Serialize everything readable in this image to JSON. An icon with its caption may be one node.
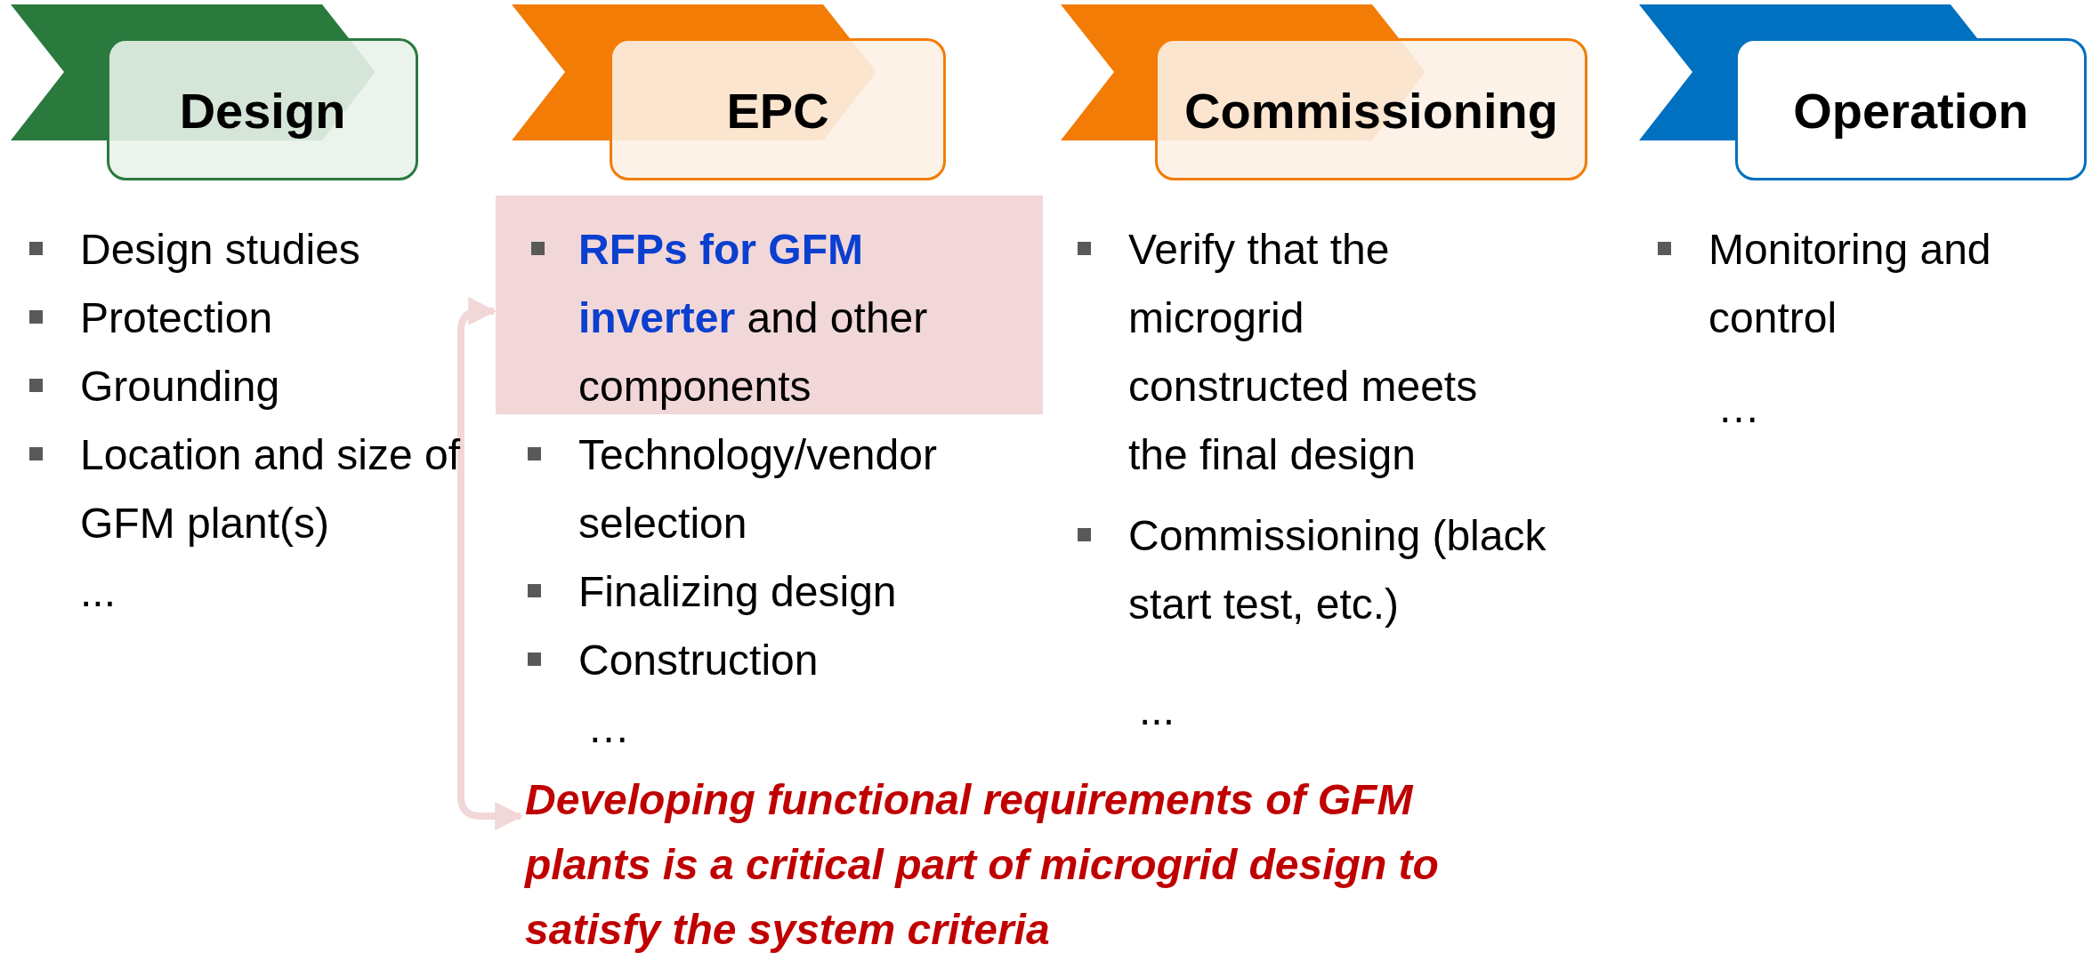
{
  "diagram": {
    "nodes": [
      {
        "text": [
          "Design"
        ]
      },
      {
        "text": [
          "EPC"
        ]
      },
      {
        "text": [
          "Commissioning"
        ]
      },
      {
        "text": [
          "Operation"
        ]
      },
      {
        "text": [
          "**RFPs for GFM inverter** and other components"
        ]
      },
      {
        "text": [
          "Developing functional requirements of GFM plants is a critical part of microgrid design to satisfy the system criteria"
        ]
      }
    ],
    "edges": [
      {
        "from": 5,
        "to": 4,
        "arrow": "both"
      }
    ],
    "labels": [
      "Design studies",
      "Protection",
      "Grounding",
      "Location and size of GFM plant(s)",
      "...",
      "Technology/vendor selection",
      "Finalizing design",
      "Construction",
      "…",
      "Verify that the microgrid constructed meets the final design",
      "Commissioning (black start test, etc.)",
      "...",
      "Monitoring and control",
      "…"
    ]
  }
}
